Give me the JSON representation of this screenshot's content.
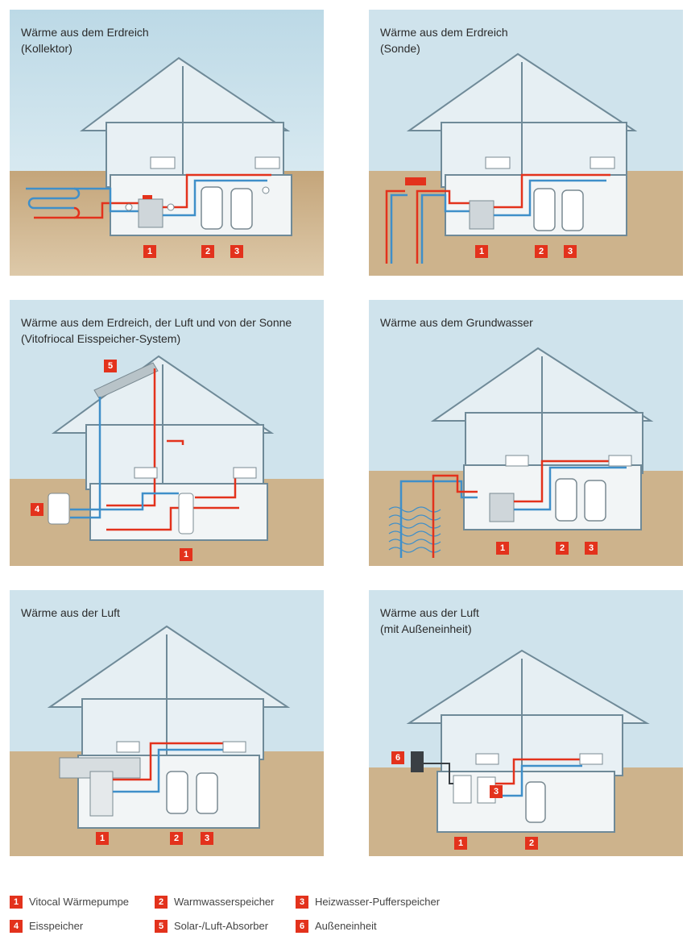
{
  "panels": [
    {
      "title": "Wärme aus dem Erdreich\n(Kollektor)",
      "badges": [
        "1",
        "2",
        "3"
      ]
    },
    {
      "title": "Wärme aus dem Erdreich\n(Sonde)",
      "badges": [
        "1",
        "2",
        "3"
      ]
    },
    {
      "title": "Wärme aus dem Erdreich, der Luft und von der Sonne\n(Vitofriocal Eisspeicher-System)",
      "badges": [
        "5",
        "4",
        "1"
      ]
    },
    {
      "title": "Wärme aus dem Grundwasser",
      "badges": [
        "1",
        "2",
        "3"
      ]
    },
    {
      "title": "Wärme aus der Luft",
      "badges": [
        "1",
        "2",
        "3"
      ]
    },
    {
      "title": "Wärme aus der Luft\n(mit Außeneinheit)",
      "badges": [
        "6",
        "3",
        "1",
        "2"
      ]
    }
  ],
  "legend": [
    {
      "num": "1",
      "label": "Vitocal Wärmepumpe"
    },
    {
      "num": "2",
      "label": "Warmwasserspeicher"
    },
    {
      "num": "3",
      "label": "Heizwasser-Pufferspeicher"
    },
    {
      "num": "4",
      "label": "Eisspeicher"
    },
    {
      "num": "5",
      "label": "Solar-/Luft-Absorber"
    },
    {
      "num": "6",
      "label": "Außeneinheit"
    }
  ],
  "colors": {
    "red": "#e3321c",
    "blue": "#3f8fc9",
    "sky": "#cfe3ec",
    "ground": "#c8ad85",
    "house": "#6f8a98"
  }
}
